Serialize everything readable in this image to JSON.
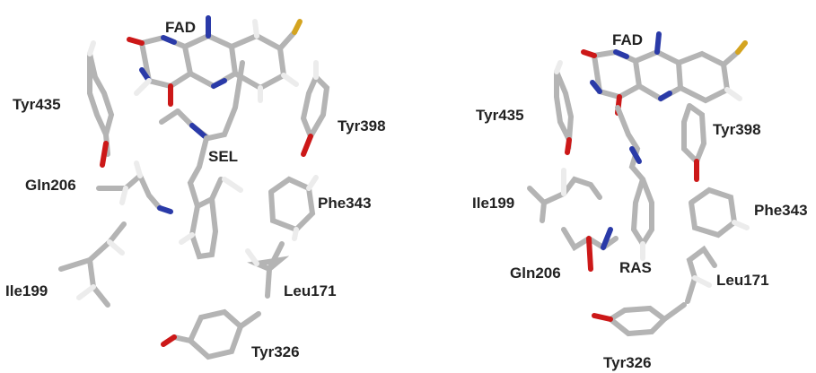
{
  "colors": {
    "carbon": "#b4b4b4",
    "carbon_light": "#dcdcdc",
    "nitrogen": "#2a3aa8",
    "oxygen": "#cc1818",
    "hydrogen": "#ececec",
    "sulfur": "#d4a420",
    "label": "#222222"
  },
  "panels": [
    {
      "id": "left",
      "labels": [
        {
          "key": "fad",
          "text": "FAD"
        },
        {
          "key": "tyr435",
          "text": "Tyr435"
        },
        {
          "key": "tyr398",
          "text": "Tyr398"
        },
        {
          "key": "sel",
          "text": "SEL"
        },
        {
          "key": "gln206",
          "text": "Gln206"
        },
        {
          "key": "phe343",
          "text": "Phe343"
        },
        {
          "key": "ile199",
          "text": "Ile199"
        },
        {
          "key": "leu171",
          "text": "Leu171"
        },
        {
          "key": "tyr326",
          "text": "Tyr326"
        }
      ]
    },
    {
      "id": "right",
      "labels": [
        {
          "key": "fad",
          "text": "FAD"
        },
        {
          "key": "tyr435",
          "text": "Tyr435"
        },
        {
          "key": "tyr398",
          "text": "Tyr398"
        },
        {
          "key": "ile199",
          "text": "Ile199"
        },
        {
          "key": "phe343",
          "text": "Phe343"
        },
        {
          "key": "gln206",
          "text": "Gln206"
        },
        {
          "key": "ras",
          "text": "RAS"
        },
        {
          "key": "leu171",
          "text": "Leu171"
        },
        {
          "key": "tyr326",
          "text": "Tyr326"
        }
      ]
    }
  ]
}
